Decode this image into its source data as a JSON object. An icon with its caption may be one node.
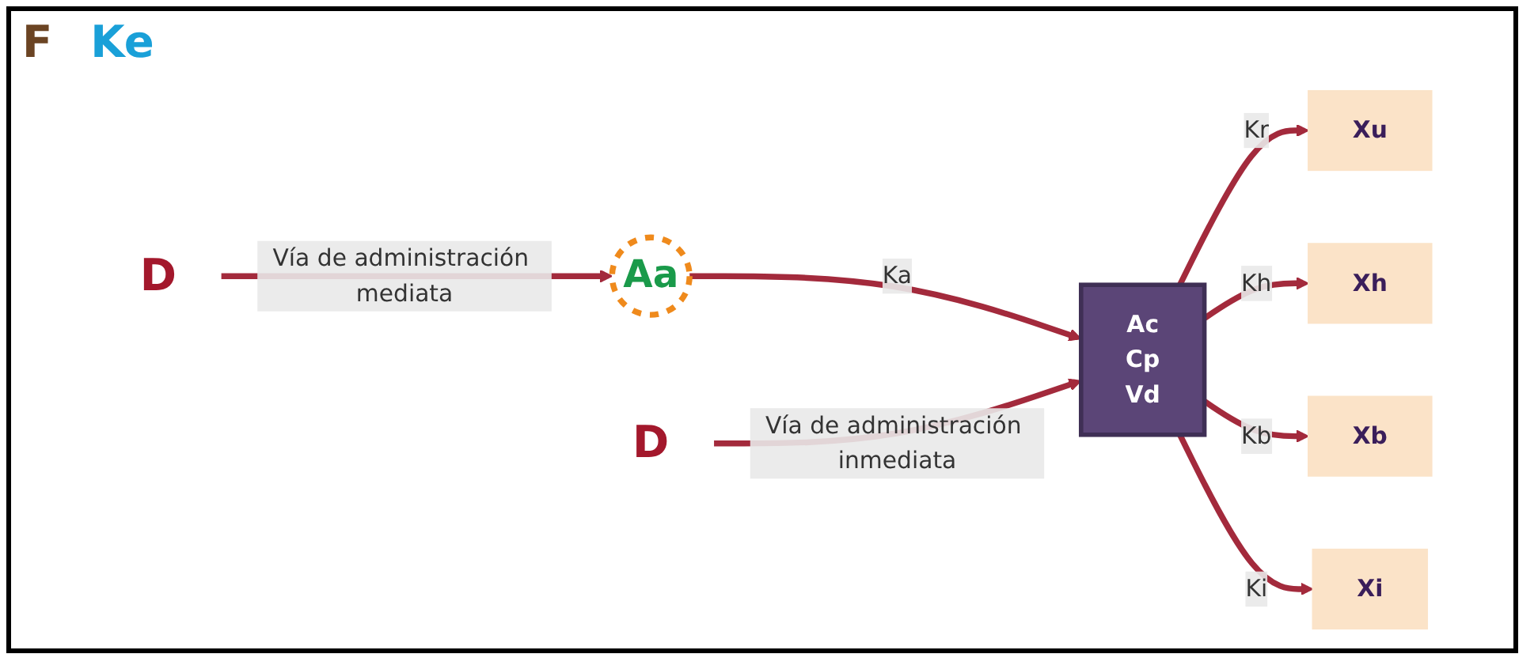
{
  "diagram": {
    "nodes": [
      {
        "text": [
          "D"
        ]
      },
      {
        "text": [
          "Aa"
        ]
      },
      {
        "text": [
          "D"
        ]
      },
      {
        "text": [
          "Ac",
          "Cp",
          "Vd"
        ]
      },
      {
        "text": [
          "Xu"
        ]
      },
      {
        "text": [
          "Xh"
        ]
      },
      {
        "text": [
          "Xb"
        ]
      },
      {
        "text": [
          "Xi"
        ]
      }
    ],
    "edges": [
      {
        "from": 0,
        "to": 1,
        "arrow": "to",
        "label": "Vía de administración mediata"
      },
      {
        "from": 1,
        "to": 3,
        "arrow": "to",
        "label": "Ka"
      },
      {
        "from": 2,
        "to": 3,
        "arrow": "to",
        "label": "Vía de administración inmediata"
      },
      {
        "from": 3,
        "to": 4,
        "arrow": "to",
        "label": "Kr"
      },
      {
        "from": 3,
        "to": 5,
        "arrow": "to",
        "label": "Kh"
      },
      {
        "from": 3,
        "to": 6,
        "arrow": "to",
        "label": "Kb"
      },
      {
        "from": 3,
        "to": 7,
        "arrow": "to",
        "label": "Ki"
      }
    ],
    "labels": [
      "F",
      "Ke"
    ]
  }
}
